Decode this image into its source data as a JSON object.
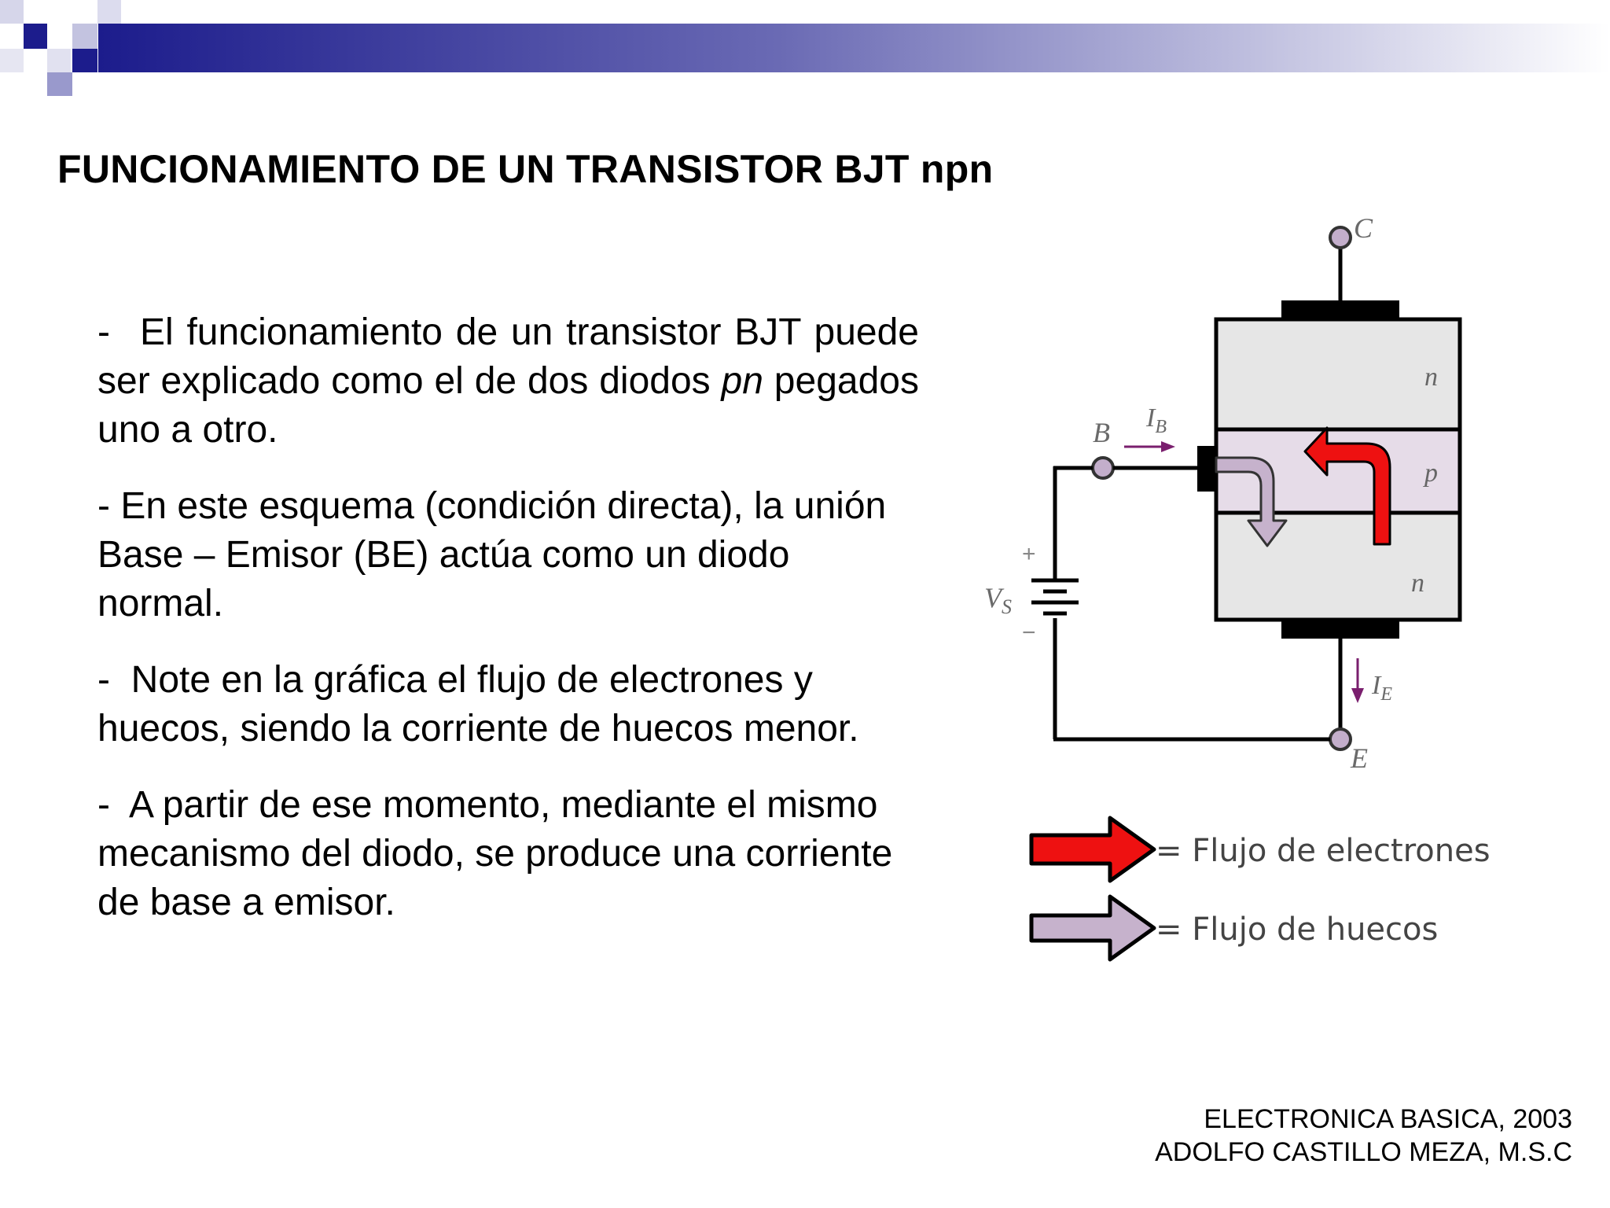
{
  "slide": {
    "title": "FUNCIONAMIENTO DE UN TRANSISTOR BJT npn",
    "paragraphs": [
      {
        "dash": "-",
        "italic": "",
        "text": "El funcionamiento de un transistor BJT puede ser explicado como el de dos diodos"
      },
      {
        "dash": "-",
        "text": "En este esquema (condición directa), la unión Base – Emisor (BE) actúa como un diodo normal."
      },
      {
        "dash": "-",
        "text": "Note en la gráfica el flujo de electrones y huecos, siendo la corriente de huecos menor."
      },
      {
        "dash": "-",
        "text": "A partir de ese momento, mediante el mismo mecanismo del diodo, se produce una corriente de base a emisor."
      }
    ],
    "p1_italic": "pn",
    "p1_tail": " pegados uno a otro."
  },
  "diagram": {
    "terminal_collector": "C",
    "terminal_base": "B",
    "terminal_emitter": "E",
    "current_base": "I",
    "current_base_sub": "B",
    "current_emitter": "I",
    "current_emitter_sub": "E",
    "source_label": "V",
    "source_sub": "S",
    "plus": "+",
    "minus": "−",
    "region_top": "n",
    "region_middle": "p",
    "region_bottom": "n"
  },
  "legend": {
    "electron_flow": "= Flujo de electrones",
    "hole_flow": "= Flujo de huecos"
  },
  "footer": {
    "line1": "ELECTRONICA BASICA, 2003",
    "line2": "ADOLFO CASTILLO MEZA, M.S.C"
  },
  "colors": {
    "electron_arrow": "#ee1111",
    "hole_arrow": "#c6b2cc",
    "p_region": "#e6dce8",
    "n_region": "#e6e6e6",
    "current_arrow": "#7a1f6e",
    "terminal_dot": "#c3aecb",
    "header_dark": "#1c1c8c"
  }
}
